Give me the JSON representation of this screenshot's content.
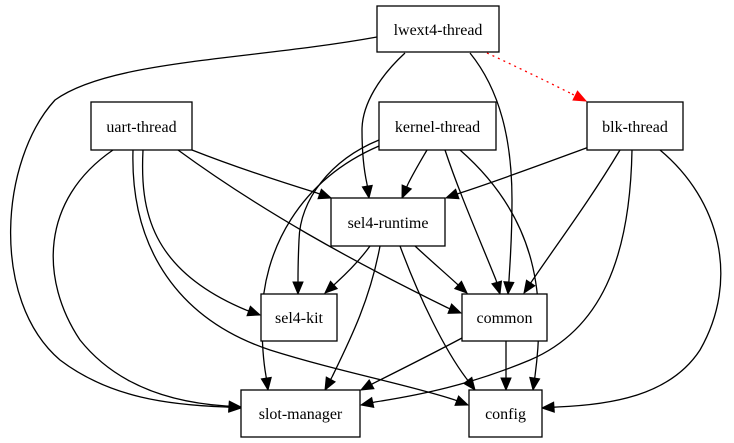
{
  "graph": {
    "nodes": [
      {
        "id": "lwext4-thread",
        "label": "lwext4-thread"
      },
      {
        "id": "uart-thread",
        "label": "uart-thread"
      },
      {
        "id": "kernel-thread",
        "label": "kernel-thread"
      },
      {
        "id": "blk-thread",
        "label": "blk-thread"
      },
      {
        "id": "sel4-runtime",
        "label": "sel4-runtime"
      },
      {
        "id": "sel4-kit",
        "label": "sel4-kit"
      },
      {
        "id": "common",
        "label": "common"
      },
      {
        "id": "slot-manager",
        "label": "slot-manager"
      },
      {
        "id": "config",
        "label": "config"
      }
    ],
    "edges": [
      {
        "from": "lwext4-thread",
        "to": "blk-thread",
        "style": "dotted",
        "color": "#ff0000"
      },
      {
        "from": "lwext4-thread",
        "to": "sel4-runtime",
        "style": "solid",
        "color": "#000000"
      },
      {
        "from": "lwext4-thread",
        "to": "common",
        "style": "solid",
        "color": "#000000"
      },
      {
        "from": "lwext4-thread",
        "to": "slot-manager",
        "style": "solid",
        "color": "#000000"
      },
      {
        "from": "uart-thread",
        "to": "sel4-runtime",
        "style": "solid",
        "color": "#000000"
      },
      {
        "from": "uart-thread",
        "to": "common",
        "style": "solid",
        "color": "#000000"
      },
      {
        "from": "uart-thread",
        "to": "sel4-kit",
        "style": "solid",
        "color": "#000000"
      },
      {
        "from": "uart-thread",
        "to": "slot-manager",
        "style": "solid",
        "color": "#000000"
      },
      {
        "from": "uart-thread",
        "to": "config",
        "style": "solid",
        "color": "#000000"
      },
      {
        "from": "kernel-thread",
        "to": "sel4-runtime",
        "style": "solid",
        "color": "#000000"
      },
      {
        "from": "kernel-thread",
        "to": "sel4-kit",
        "style": "solid",
        "color": "#000000"
      },
      {
        "from": "kernel-thread",
        "to": "common",
        "style": "solid",
        "color": "#000000"
      },
      {
        "from": "kernel-thread",
        "to": "slot-manager",
        "style": "solid",
        "color": "#000000"
      },
      {
        "from": "kernel-thread",
        "to": "config",
        "style": "solid",
        "color": "#000000"
      },
      {
        "from": "blk-thread",
        "to": "sel4-runtime",
        "style": "solid",
        "color": "#000000"
      },
      {
        "from": "blk-thread",
        "to": "common",
        "style": "solid",
        "color": "#000000"
      },
      {
        "from": "blk-thread",
        "to": "slot-manager",
        "style": "solid",
        "color": "#000000"
      },
      {
        "from": "blk-thread",
        "to": "config",
        "style": "solid",
        "color": "#000000"
      },
      {
        "from": "sel4-runtime",
        "to": "sel4-kit",
        "style": "solid",
        "color": "#000000"
      },
      {
        "from": "sel4-runtime",
        "to": "common",
        "style": "solid",
        "color": "#000000"
      },
      {
        "from": "sel4-runtime",
        "to": "slot-manager",
        "style": "solid",
        "color": "#000000"
      },
      {
        "from": "sel4-runtime",
        "to": "config",
        "style": "solid",
        "color": "#000000"
      },
      {
        "from": "common",
        "to": "slot-manager",
        "style": "solid",
        "color": "#000000"
      },
      {
        "from": "common",
        "to": "config",
        "style": "solid",
        "color": "#000000"
      }
    ]
  }
}
